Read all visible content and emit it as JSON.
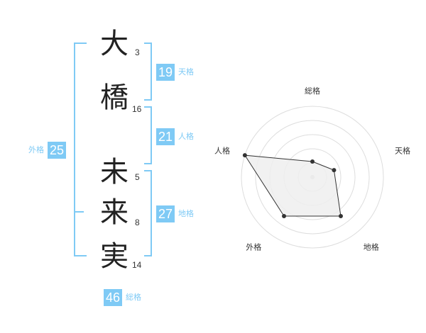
{
  "name": {
    "chars": [
      {
        "char": "大",
        "strokes": "3"
      },
      {
        "char": "橋",
        "strokes": "16"
      },
      {
        "char": "未",
        "strokes": "5"
      },
      {
        "char": "来",
        "strokes": "8"
      },
      {
        "char": "実",
        "strokes": "14"
      }
    ]
  },
  "kaku": {
    "tenkaku": {
      "value": "19",
      "label": "天格"
    },
    "jinkaku": {
      "value": "21",
      "label": "人格"
    },
    "chikaku": {
      "value": "27",
      "label": "地格"
    },
    "gaikaku": {
      "value": "25",
      "label": "外格"
    },
    "soukaku": {
      "value": "46",
      "label": "総格"
    }
  },
  "chart_data": {
    "type": "radar",
    "axes": [
      "総格",
      "天格",
      "地格",
      "外格",
      "人格"
    ],
    "values": [
      1.1,
      1.6,
      3.4,
      3.4,
      5.0
    ],
    "rmax": 5,
    "rings": 5,
    "colors": {
      "fill": "#eeeeee",
      "line": "#333333",
      "ring": "#dddddd",
      "point": "#333333",
      "center": "#cccccc"
    }
  },
  "colors": {
    "accent": "#7fcaf5"
  }
}
